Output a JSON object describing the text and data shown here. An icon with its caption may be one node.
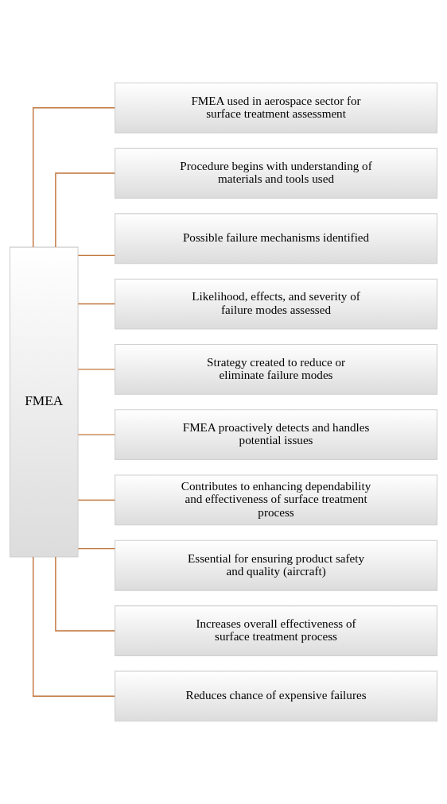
{
  "diagram": {
    "nodes": [
      {
        "text": [
          "FMEA"
        ]
      },
      {
        "text": [
          "FMEA used in aerospace sector for surface treatment assessment"
        ]
      },
      {
        "text": [
          "Procedure begins with understanding of materials and tools used"
        ]
      },
      {
        "text": [
          "Possible failure mechanisms identified"
        ]
      },
      {
        "text": [
          "Likelihood, effects, and severity of failure modes assessed"
        ]
      },
      {
        "text": [
          "Strategy created to reduce or eliminate failure modes"
        ]
      },
      {
        "text": [
          "FMEA proactively detects and handles potential issues"
        ]
      },
      {
        "text": [
          "Contributes to enhancing dependability and effectiveness of surface treatment process"
        ]
      },
      {
        "text": [
          "Essential for ensuring product safety and quality (aircraft)"
        ]
      },
      {
        "text": [
          "Increases overall effectiveness of surface treatment process"
        ]
      },
      {
        "text": [
          "Reduces chance of expensive failures"
        ]
      }
    ],
    "edges": [
      {
        "from": 0,
        "to": 1,
        "arrow": "none"
      },
      {
        "from": 0,
        "to": 2,
        "arrow": "none"
      },
      {
        "from": 0,
        "to": 3,
        "arrow": "none"
      },
      {
        "from": 0,
        "to": 4,
        "arrow": "none"
      },
      {
        "from": 0,
        "to": 5,
        "arrow": "none"
      },
      {
        "from": 0,
        "to": 6,
        "arrow": "none"
      },
      {
        "from": 0,
        "to": 7,
        "arrow": "none"
      },
      {
        "from": 0,
        "to": 8,
        "arrow": "none"
      },
      {
        "from": 0,
        "to": 9,
        "arrow": "none"
      },
      {
        "from": 0,
        "to": 10,
        "arrow": "none"
      }
    ]
  }
}
